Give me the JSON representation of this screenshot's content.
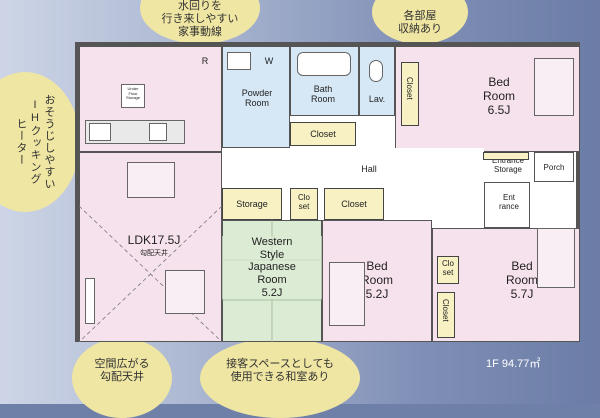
{
  "callouts": {
    "top_left": "水回りを\n行き来しやすい\n家事動線",
    "top_right": "各部屋\n収納あり",
    "left": "おそうじしやすい\nIHクッキング\nヒーター",
    "bottom_left": "空間広がる\n勾配天井",
    "bottom_middle": "接客スペースとしても\n使用できる和室あり"
  },
  "rooms": {
    "ldk": "LDK17.5J",
    "ldk_sub": "勾配天井",
    "underfloor": "Under\nFloor\nStorage",
    "r_mark": "R",
    "w_mark": "W",
    "powder": "Powder\nRoom",
    "bath": "Bath\nRoom",
    "lav": "Lav.",
    "closet_top": "Closet",
    "closet_bed1": "Closet",
    "bed1": "Bed\nRoom\n6.5J",
    "hall": "Hall",
    "entrance_storage": "Entrance\nStorage",
    "entrance": "Ent\nrance",
    "porch": "Porch",
    "storage": "Storage",
    "closet_mid": "Clo\nset",
    "closet_hall": "Closet",
    "western": "Western\nStyle\nJapanese\nRoom\n5.2J",
    "bed2": "Bed\nRoom\n5.2J",
    "closet_bed3a": "Clo\nset",
    "closet_bed3b": "Closet",
    "bed3": "Bed\nRoom\n5.7J"
  },
  "floor_area": "1F  94.77㎡"
}
